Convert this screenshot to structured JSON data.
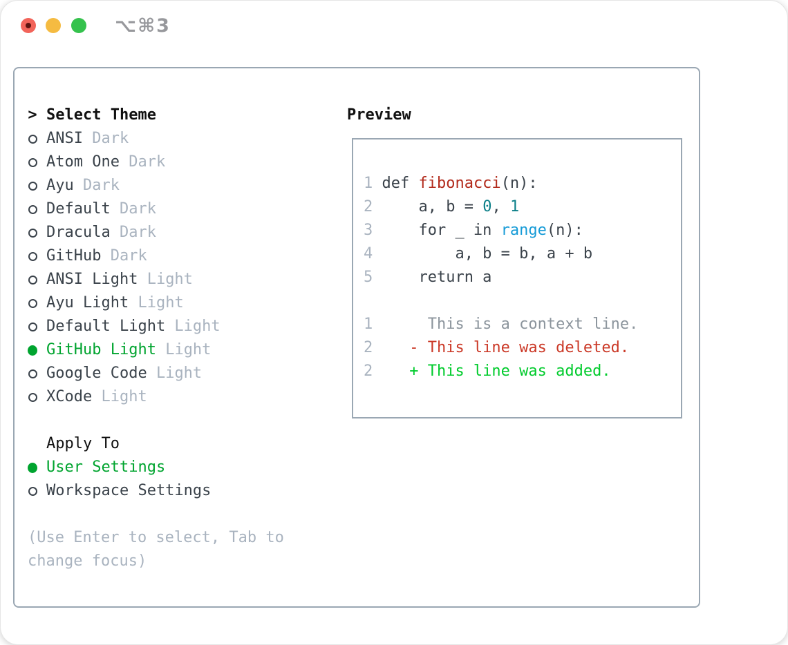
{
  "window": {
    "title": "⌥⌘3",
    "traffic_lights": [
      "close",
      "minimize",
      "zoom"
    ]
  },
  "colors": {
    "traffic-red": "#f2645a",
    "traffic-red-dot": "#5e1410",
    "traffic-yellow": "#f5bb41",
    "traffic-green": "#35c24d",
    "title-gray": "#97989c",
    "border-gray": "#9aa7b3",
    "header-black": "#111111",
    "text-dark": "#3a424a",
    "muted": "#a9b3bf",
    "green-selected": "#00a42f",
    "green-added": "#00cb2c",
    "red-deleted": "#cb3927",
    "red-function": "#b22b1c",
    "blue-builtin": "#169bd7",
    "teal-number": "#0b7f88",
    "context-gray": "#8c959d"
  },
  "theme_panel": {
    "header_prefix": ">",
    "header": "Select Theme",
    "themes": [
      {
        "name": "ANSI",
        "tag": "Dark",
        "selected": false
      },
      {
        "name": "Atom One",
        "tag": "Dark",
        "selected": false
      },
      {
        "name": "Ayu",
        "tag": "Dark",
        "selected": false
      },
      {
        "name": "Default",
        "tag": "Dark",
        "selected": false
      },
      {
        "name": "Dracula",
        "tag": "Dark",
        "selected": false
      },
      {
        "name": "GitHub",
        "tag": "Dark",
        "selected": false
      },
      {
        "name": "ANSI Light",
        "tag": "Light",
        "selected": false
      },
      {
        "name": "Ayu Light",
        "tag": "Light",
        "selected": false
      },
      {
        "name": "Default Light",
        "tag": "Light",
        "selected": false
      },
      {
        "name": "GitHub Light",
        "tag": "Light",
        "selected": true
      },
      {
        "name": "Google Code",
        "tag": "Light",
        "selected": false
      },
      {
        "name": "XCode",
        "tag": "Light",
        "selected": false
      }
    ],
    "apply_to": {
      "header": "Apply To",
      "options": [
        {
          "label": "User Settings",
          "selected": true
        },
        {
          "label": "Workspace Settings",
          "selected": false
        }
      ]
    },
    "hint_lines": [
      "(Use Enter to select, Tab to",
      "change focus)"
    ]
  },
  "preview": {
    "header": "Preview",
    "code_lines": [
      {
        "num": "1",
        "segments": [
          {
            "text": "def ",
            "color": "code"
          },
          {
            "text": "fibonacci",
            "color": "function"
          },
          {
            "text": "(n):",
            "color": "code"
          }
        ]
      },
      {
        "num": "2",
        "segments": [
          {
            "text": "    a, b = ",
            "color": "code"
          },
          {
            "text": "0",
            "color": "number"
          },
          {
            "text": ", ",
            "color": "code"
          },
          {
            "text": "1",
            "color": "number"
          }
        ]
      },
      {
        "num": "3",
        "segments": [
          {
            "text": "    for _ in ",
            "color": "code"
          },
          {
            "text": "range",
            "color": "builtin"
          },
          {
            "text": "(n):",
            "color": "code"
          }
        ]
      },
      {
        "num": "4",
        "segments": [
          {
            "text": "        a, b = b, a + b",
            "color": "code"
          }
        ]
      },
      {
        "num": "5",
        "segments": [
          {
            "text": "    return a",
            "color": "code"
          }
        ]
      },
      {
        "num": "",
        "segments": []
      },
      {
        "num": "1",
        "segments": [
          {
            "text": "     This is a context line.",
            "color": "context"
          }
        ]
      },
      {
        "num": "2",
        "segments": [
          {
            "text": "   - This line was deleted.",
            "color": "deleted"
          }
        ]
      },
      {
        "num": "2",
        "segments": [
          {
            "text": "   + This line was added.",
            "color": "added"
          }
        ]
      }
    ]
  }
}
